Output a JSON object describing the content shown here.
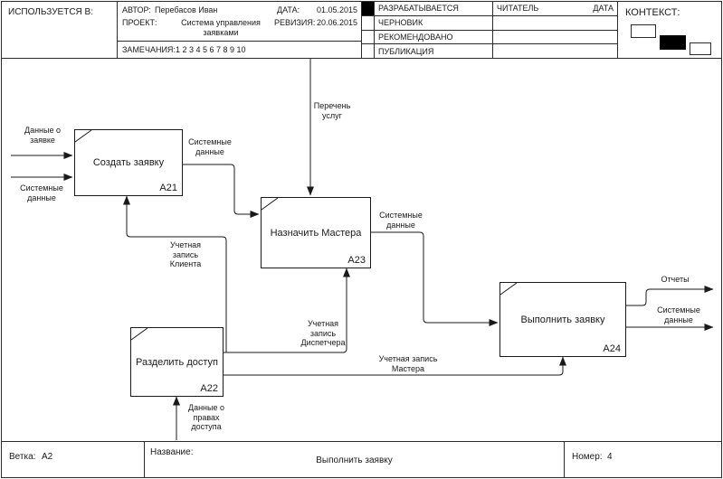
{
  "colors": {
    "line": "#1a1a1a",
    "frame": "#2b2b2b",
    "background": "#ffffff",
    "marker": "#000000"
  },
  "header": {
    "used_in_label": "ИСПОЛЬЗУЕТСЯ В:",
    "author_label": "АВТОР:",
    "author": "Перебасов Иван",
    "date_label": "ДАТА:",
    "date": "01.05.2015",
    "project_label": "ПРОЕКТ:",
    "project": "Система управления заявками",
    "revision_label": "РЕВИЗИЯ:",
    "revision": "20.06.2015",
    "notes_label": "ЗАМЕЧАНИЯ:",
    "notes": "1 2 3 4 5 6 7 8 9 10",
    "status_rows": [
      "РАЗРАБАТЫВАЕТСЯ",
      "ЧЕРНОВИК",
      "РЕКОМЕНДОВАНО",
      "ПУБЛИКАЦИЯ"
    ],
    "reader_label": "ЧИТАТЕЛЬ",
    "reader_date_label": "ДАТА",
    "context_label": "КОНТЕКСТ:"
  },
  "diagram": {
    "boxes": {
      "a21": {
        "label": "Создать заявку",
        "node": "A21"
      },
      "a22": {
        "label": "Разделить доступ",
        "node": "A22"
      },
      "a23": {
        "label": "Назначить Мастера",
        "node": "A23"
      },
      "a24": {
        "label": "Выполнить заявку",
        "node": "A24"
      }
    },
    "arrow_labels": {
      "request_data": "Данные о заявке",
      "system_data_in": "Системные данные",
      "system_data_a21_a23": "Системные данные",
      "services_list": "Перечень услуг",
      "system_data_a23_a24": "Системные данные",
      "client_account": "Учетная запись Клиента",
      "dispatcher_account": "Учетная запись Диспетчера",
      "master_account": "Учетная запись Мастера",
      "access_rights": "Данные о правах доступа",
      "reports": "Отчеты",
      "system_data_out": "Системные данные"
    }
  },
  "footer": {
    "branch_label": "Ветка:",
    "branch": "A2",
    "name_label": "Название:",
    "name": "Выполнить заявку",
    "number_label": "Номер:",
    "number": "4"
  }
}
